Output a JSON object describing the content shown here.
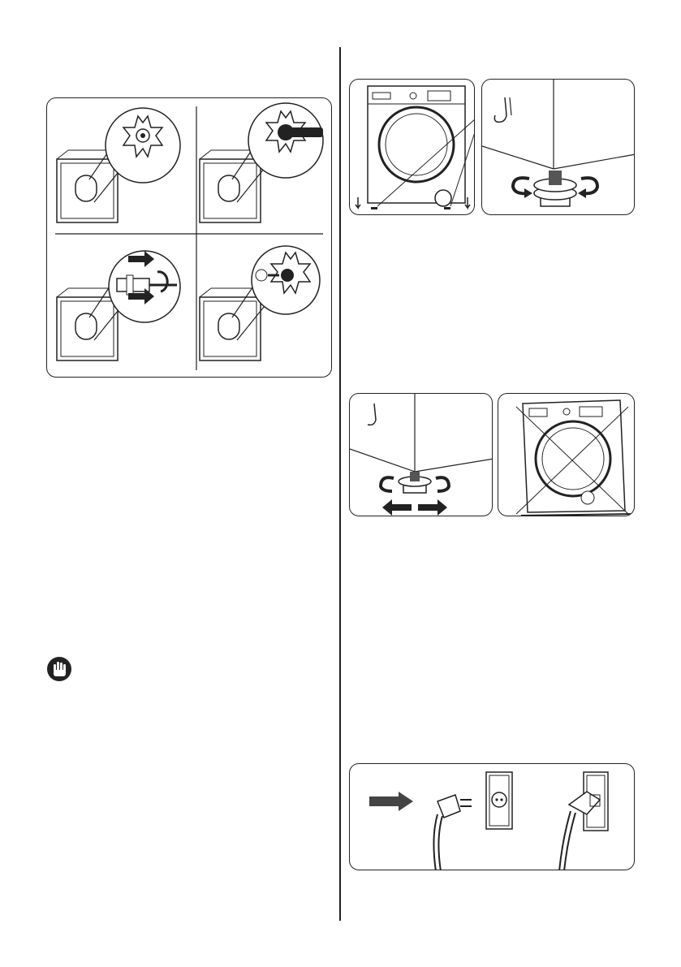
{
  "page": {
    "figures": [
      {
        "id": "transport-bolts",
        "panels": [
          "bolt-in-place",
          "bolt-loosen",
          "bolt-removed",
          "cover-cap"
        ]
      },
      {
        "id": "feet-adjust",
        "panels": [
          "front-view-feet",
          "foot-closeup"
        ]
      },
      {
        "id": "feet-lock",
        "panels": [
          "lock-nut",
          "tilted-machine"
        ]
      },
      {
        "id": "plug-in",
        "panels": [
          "plug-socket"
        ]
      }
    ],
    "icons": [
      "warning-hand-icon",
      "arrow-right-icon"
    ],
    "colors": {
      "line": "#222222",
      "fill": "#555555",
      "background": "#ffffff"
    }
  }
}
